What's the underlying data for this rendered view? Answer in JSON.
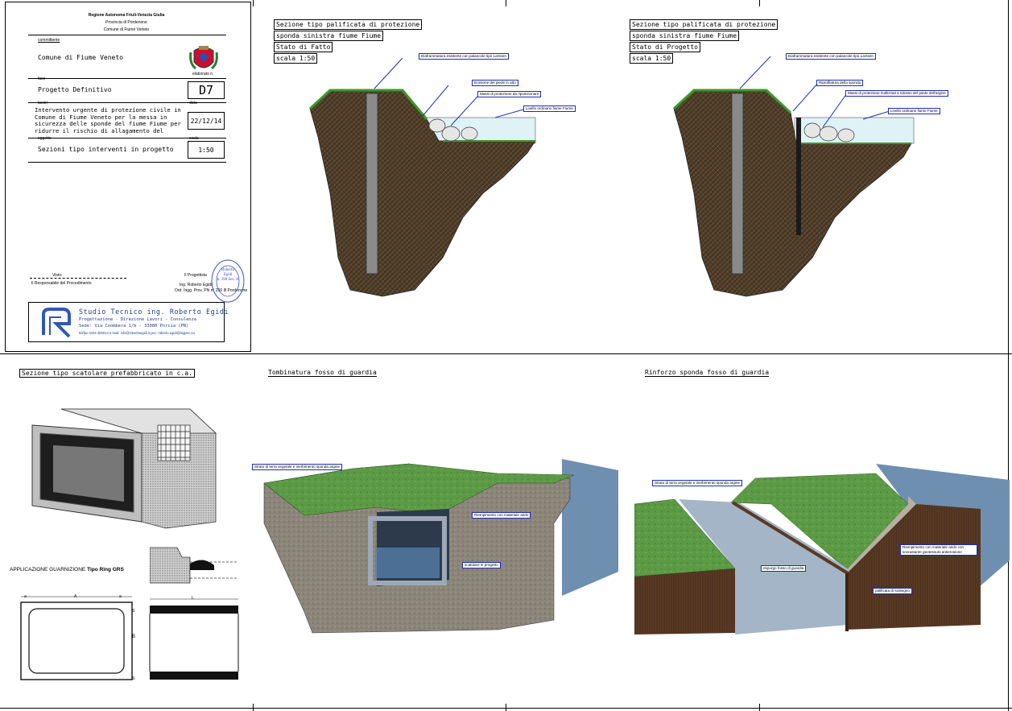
{
  "title_block": {
    "header_lines": [
      "Regione Autonoma Friuli-Venezia Giulia",
      "Provincia di Pordenone",
      "Comune di Fiume Veneto"
    ],
    "committente_label": "committente",
    "committente_value": "Comune di Fiume Veneto",
    "elaborato_label": "elaborato n.",
    "fase_label": "fase",
    "fase_value": "Progetto Definitivo",
    "elaborato_value": "D7",
    "lavori_label": "lavori",
    "lavori_value": "Intervento urgente di protezione civile in Comune di Fiume Veneto per la messa in sicurezza delle sponde del fiume Fiume per ridurre il rischio di allagamento del capoluogo e delle frazioni",
    "data_label": "data",
    "data_value": "22/12/14",
    "oggetto_label": "oggetto",
    "oggetto_value": "Sezioni tipo interventi in progetto",
    "scala_label": "scala",
    "scala_value": "1:50",
    "visto_label": "Visto:",
    "responsabile": "Il Responsabile del Procedimento",
    "progettista_label": "Il Progettista",
    "progettista_name": "Ing. Roberto Egidi",
    "progettista_reg": "Ord. Ingg. Prov. PN n° 250 Ill Pordenone",
    "stamp_lines": [
      "Roberto",
      "Egidi",
      "n. 398 Sez. A"
    ],
    "studio_name": "Studio Tecnico ing. Roberto Egidi",
    "studio_line2": "Progettazione - Direzione Lavori - Consulenza",
    "studio_line3": "Sede: Via Coombera 1/b - 33080 Porcia (PN)",
    "studio_line4": "tel/fax 0434 400013   e-mail: info@robertoegidi.it   pec: roberto.egidi@ingpec.eu"
  },
  "section_stato_fatto": {
    "titles": [
      "Sezione tipo palificata di protezione",
      "sponda sinistra fiume Fiume",
      "Stato di Fatto",
      "scala 1:50"
    ],
    "labels": [
      "Diaframmatura esistente con palancole tipo Larssen",
      "Erosione del piede in atto",
      "Massi di protezione da riposizionare",
      "Livello ordinario fiume Fiume"
    ]
  },
  "section_stato_progetto": {
    "titles": [
      "Sezione tipo palificata di protezione",
      "sponda sinistra fiume Fiume",
      "Stato di Progetto",
      "scala 1:50"
    ],
    "labels": [
      "Diaframmatura esistente con palancole tipo Larssen",
      "Riprofilatura della sponda",
      "Massi di protezione riutilizzati a ridosso del piede dell'argine",
      "Livello ordinario fiume Fiume"
    ]
  },
  "section_scatolare": {
    "title": "Sezione tipo scatolare prefabbricato in c.a.",
    "guarnizione_label": "APPLICAZIONE GUARNIZIONE",
    "guarnizione_type": "Tipo Ring GRS",
    "dim_a": "a",
    "dim_A": "A",
    "dim_B": "B",
    "dim_L": "L",
    "dim_s": "S"
  },
  "section_tombinatura": {
    "title": "Tombinatura fosso di guardia",
    "labels": [
      "Strato di terra vegetale e inerbimento sponda argine",
      "Riempimento con materiale arido",
      "scatolare in progetto"
    ]
  },
  "section_rinforzo": {
    "title": "Rinforzo sponda fosso di guardia",
    "labels": [
      "Strato di terra vegetale e inerbimento sponda argine",
      "Riempimento con materiale arido con sovrastante geotessuto antierosione",
      "espurgo fosso di guardia",
      "palificata di sostegno"
    ]
  },
  "colors": {
    "soil": "#4a3a28",
    "grass": "#3a9a2a",
    "water": "#dff3f7",
    "label_border": "#1a2dbd",
    "concrete": "#8a8a84",
    "water_3d": "#6f8fb0"
  }
}
